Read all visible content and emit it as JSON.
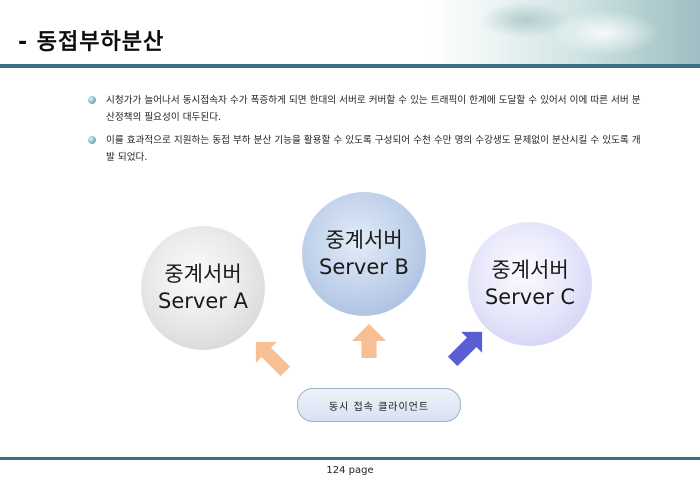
{
  "slide": {
    "title": "- 동접부하분산",
    "bullets": [
      "시청가가 늘어나서 동시접속자 수가 폭증하게 되면 한대의 서버로 커버할 수 있는 트래픽이 한계에 도달할 수 있어서 이에 따른 서버 분산정책의 필요성이 대두된다.",
      "이를 효과적으로 지원하는 동접 부하 분산 기능을 활용할 수 있도록 구성되어 수천 수만 명의 수강생도 문제없이 분산시킬 수 있도록 개발 되었다."
    ]
  },
  "diagram": {
    "server_a": {
      "line1": "중계서버",
      "line2": "Server A"
    },
    "server_b": {
      "line1": "중계서버",
      "line2": "Server B"
    },
    "server_c": {
      "line1": "중계서버",
      "line2": "Server C"
    },
    "client_label": "동시 접속 클라이언트",
    "colors": {
      "arrow_a": "#f7bf94",
      "arrow_b": "#f7bf94",
      "arrow_c": "#5a5ed2"
    }
  },
  "footer": {
    "page": "124 page"
  }
}
